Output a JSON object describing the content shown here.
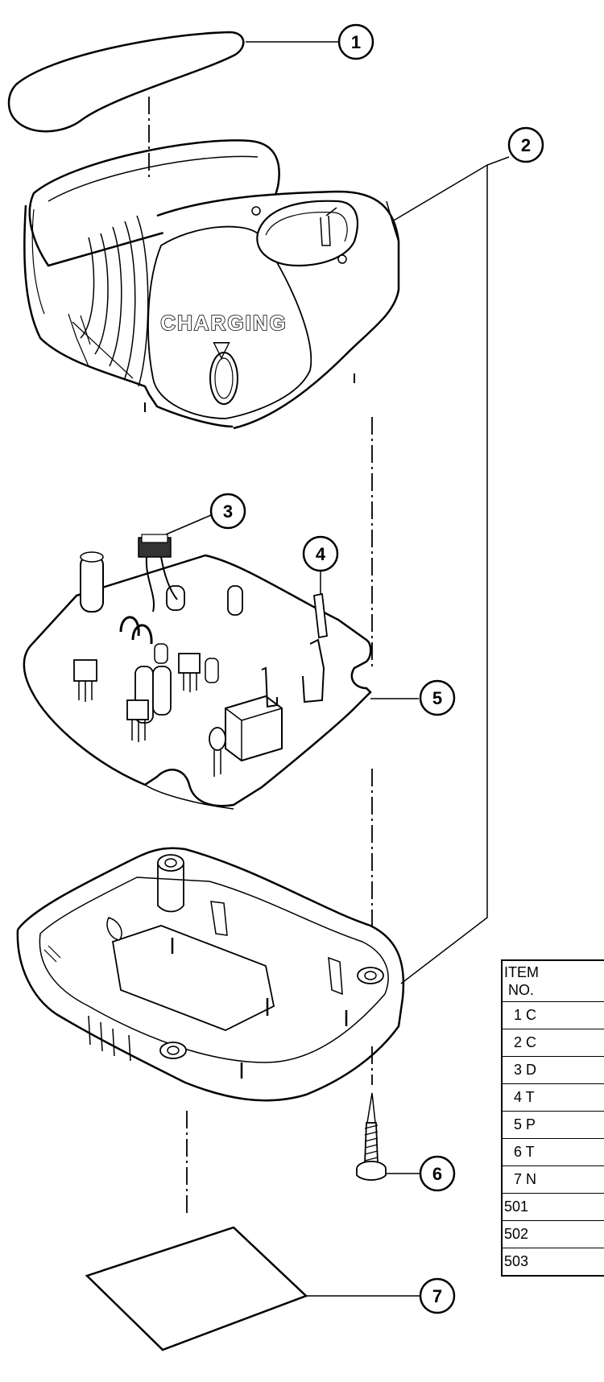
{
  "callouts": [
    "1",
    "2",
    "3",
    "4",
    "5",
    "6",
    "7"
  ],
  "housing_label": "CHARGING",
  "housing_symbol": "▽",
  "table": {
    "header_line1": "ITEM",
    "header_line2": "NO.",
    "rows": [
      "1 C",
      "2 C",
      "3 D",
      "4 T",
      "5 P",
      "6 T",
      "7 N",
      "501",
      "502",
      "503"
    ]
  }
}
